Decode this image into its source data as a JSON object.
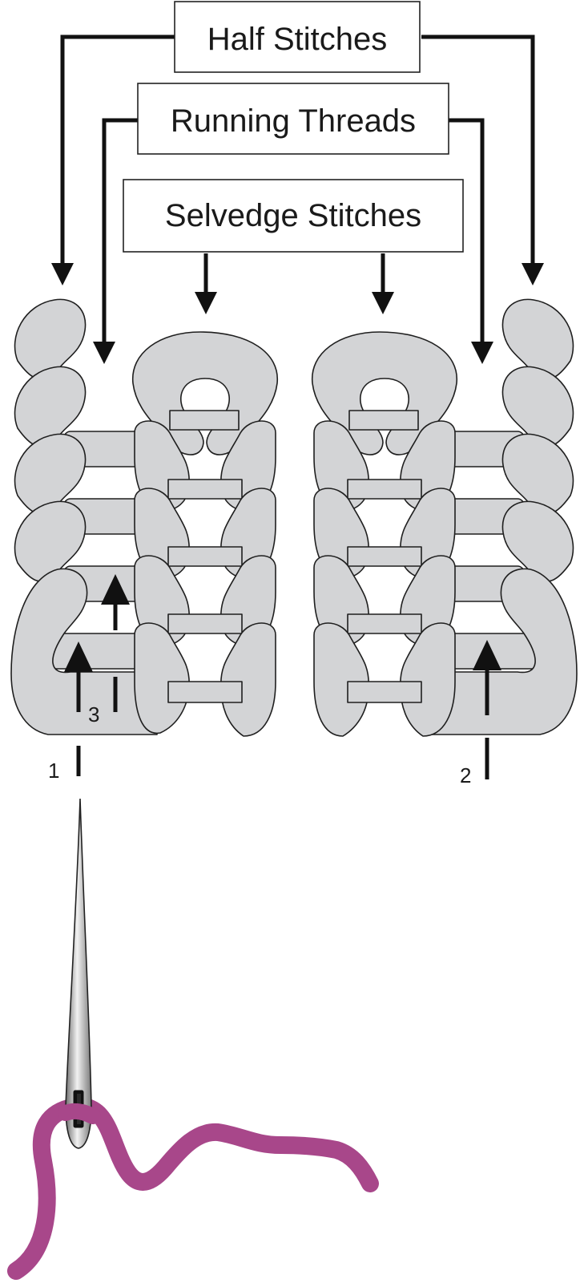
{
  "labels": {
    "half_stitches": "Half Stitches",
    "running_threads": "Running Threads",
    "selvedge_stitches": "Selvedge Stitches"
  },
  "step_numbers": {
    "step1": "1",
    "step2": "2",
    "step3": "3"
  },
  "colors": {
    "yarn_fill": "#d3d4d6",
    "outline": "#1f1f1f",
    "sewing_thread": "#a8478a",
    "needle": "#b8b8b8"
  },
  "icons": {
    "needle": "sewing-needle-icon",
    "thread": "sewing-thread-icon"
  }
}
